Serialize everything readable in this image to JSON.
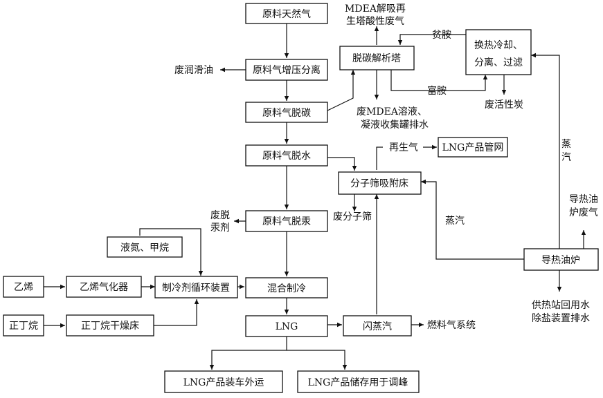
{
  "nodes": {
    "raw_gas": "原料天然气",
    "booster": "原料气增压分离",
    "decarb": "原料气脱碳",
    "dehydrate": "原料气脱水",
    "demercury": "原料气脱汞",
    "mixed_refrig": "混合制冷",
    "lng": "LNG",
    "lng_truck": "LNG产品装车外运",
    "lng_storage": "LNG产品储存用于调峰",
    "decarb_regen": "脱碳解析塔",
    "heat_exchange_1": "换热冷却、",
    "heat_exchange_2": "分离、过滤",
    "mol_sieve": "分子筛吸附床",
    "lng_pipeline": "LNG产品管网",
    "flash_steam": "闪蒸汽",
    "heater": "导热油炉",
    "refrig_cycle": "制冷剂循环装置",
    "nitrogen_methane": "液氮、甲烷",
    "ethylene": "乙烯",
    "ethylene_vaporizer": "乙烯气化器",
    "n_butane": "正丁烷",
    "butane_dryer": "正丁烷干燥床"
  },
  "labels": {
    "mdea_waste_gas_1": "MDEA解吸再",
    "mdea_waste_gas_2": "生塔酸性废气",
    "lean_amine": "贫胺",
    "rich_amine": "富胺",
    "waste_lube": "废润滑油",
    "waste_mdea_1": "废MDEA溶液、",
    "waste_mdea_2": "凝液收集罐排水",
    "waste_carbon": "废活性炭",
    "steam_right_1": "蒸",
    "steam_right_2": "汽",
    "regen_gas": "再生气",
    "waste_sieve": "废分子筛",
    "waste_hg_1": "废脱",
    "waste_hg_2": "汞剂",
    "steam_mid": "蒸汽",
    "heater_exhaust_1": "导热油",
    "heater_exhaust_2": "炉废气",
    "fuel_gas": "燃料气系统",
    "wastewater_1": "供热站回用水",
    "wastewater_2": "除盐装置排水"
  }
}
